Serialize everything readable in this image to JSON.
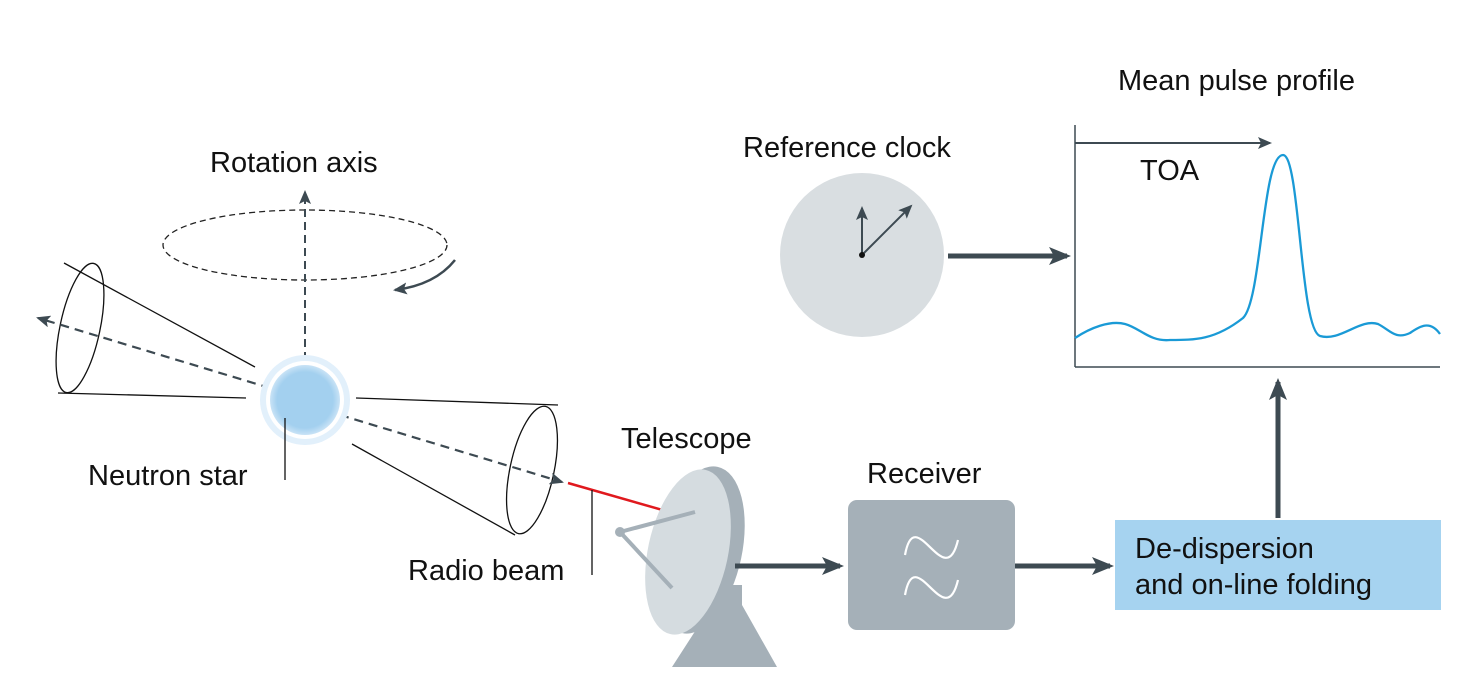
{
  "labels": {
    "rotation_axis": "Rotation axis",
    "neutron_star": "Neutron star",
    "radio_beam": "Radio beam",
    "telescope": "Telescope",
    "receiver": "Receiver",
    "dedispersion_line1": "De-dispersion",
    "dedispersion_line2": "and on-line folding",
    "reference_clock": "Reference clock",
    "mean_pulse_profile": "Mean pulse profile",
    "toa": "TOA"
  },
  "colors": {
    "arrow": "#3d4a52",
    "star": "#a3d0ef",
    "beam": "#e0191e",
    "receiver_box": "#a5b0b8",
    "dedispersion_box": "#a6d3f0",
    "clock_face": "#d9dee1",
    "profile_line": "#1a9ad6"
  }
}
